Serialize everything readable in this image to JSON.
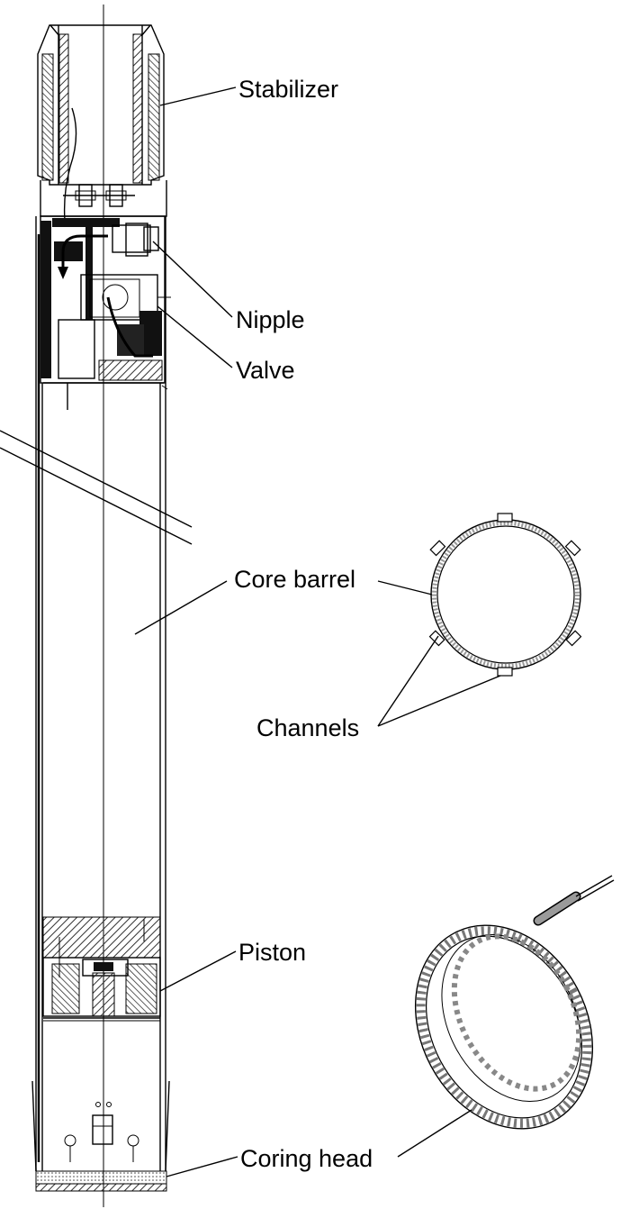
{
  "labels": {
    "stabilizer": "Stabilizer",
    "nipple": "Nipple",
    "valve": "Valve",
    "core_barrel": "Core barrel",
    "channels": "Channels",
    "piston": "Piston",
    "coring_head": "Coring head"
  },
  "colors": {
    "line": "#000000",
    "hatch": "#555555",
    "ring_fill": "#c8c8c8",
    "background": "#ffffff"
  }
}
